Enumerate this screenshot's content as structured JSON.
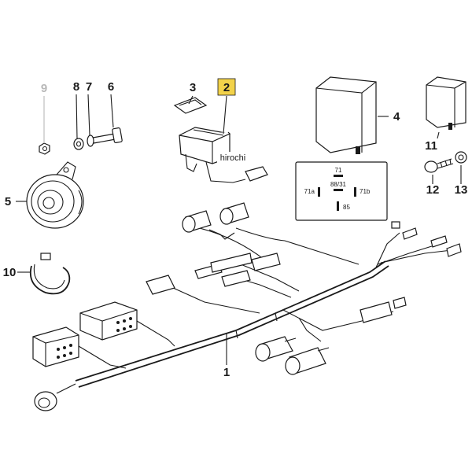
{
  "diagram": {
    "watermark": "hirochi",
    "highlight_color": "#f2d24a",
    "callouts": [
      {
        "id": "c9",
        "text": "9",
        "faded": true
      },
      {
        "id": "c8",
        "text": "8",
        "faded": false
      },
      {
        "id": "c7",
        "text": "7",
        "faded": false
      },
      {
        "id": "c6",
        "text": "6",
        "faded": false
      },
      {
        "id": "c3",
        "text": "3",
        "faded": false
      },
      {
        "id": "c2",
        "text": "2",
        "faded": false,
        "highlighted": true
      },
      {
        "id": "c4",
        "text": "4",
        "faded": false
      },
      {
        "id": "c11",
        "text": "11",
        "faded": false
      },
      {
        "id": "c12",
        "text": "12",
        "faded": false
      },
      {
        "id": "c13",
        "text": "13",
        "faded": false
      },
      {
        "id": "c5",
        "text": "5",
        "faded": false
      },
      {
        "id": "c10",
        "text": "10",
        "faded": false
      },
      {
        "id": "c1",
        "text": "1",
        "faded": false
      }
    ],
    "relay_pins": {
      "top": "71",
      "center": "88/31",
      "left": "71a",
      "right": "71b",
      "bottom": "85"
    }
  }
}
